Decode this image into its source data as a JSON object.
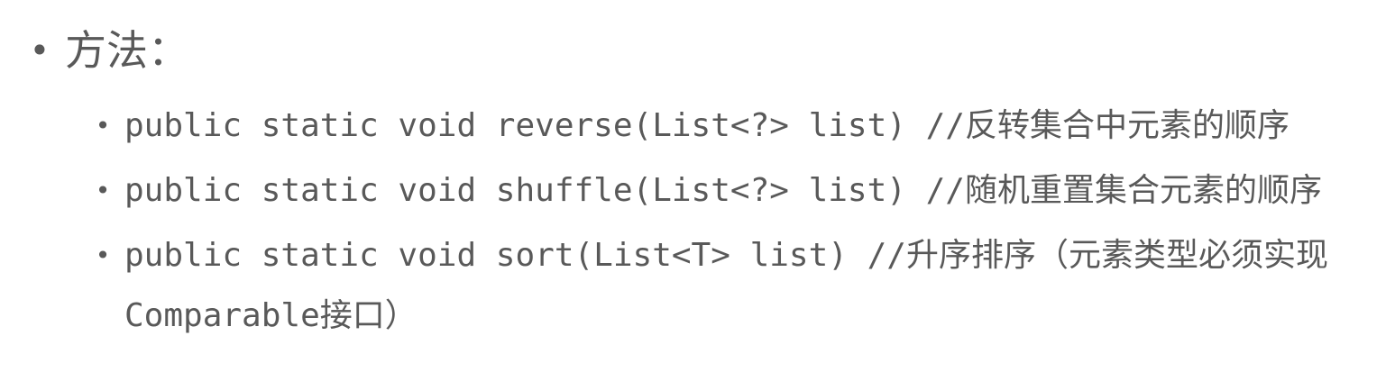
{
  "slide": {
    "background_color": "#ffffff",
    "text_color": "#595959",
    "bullet_icon": "•",
    "title": {
      "label": "方法："
    },
    "items": [
      {
        "text": "public static void reverse(List<?> list) //反转集合中元素的顺序"
      },
      {
        "text": "public static void shuffle(List<?> list) //随机重置集合元素的顺序"
      },
      {
        "text": "public static void sort(List<T> list) //升序排序（元素类型必须实现",
        "text_wrap": "Comparable接口）"
      }
    ]
  }
}
